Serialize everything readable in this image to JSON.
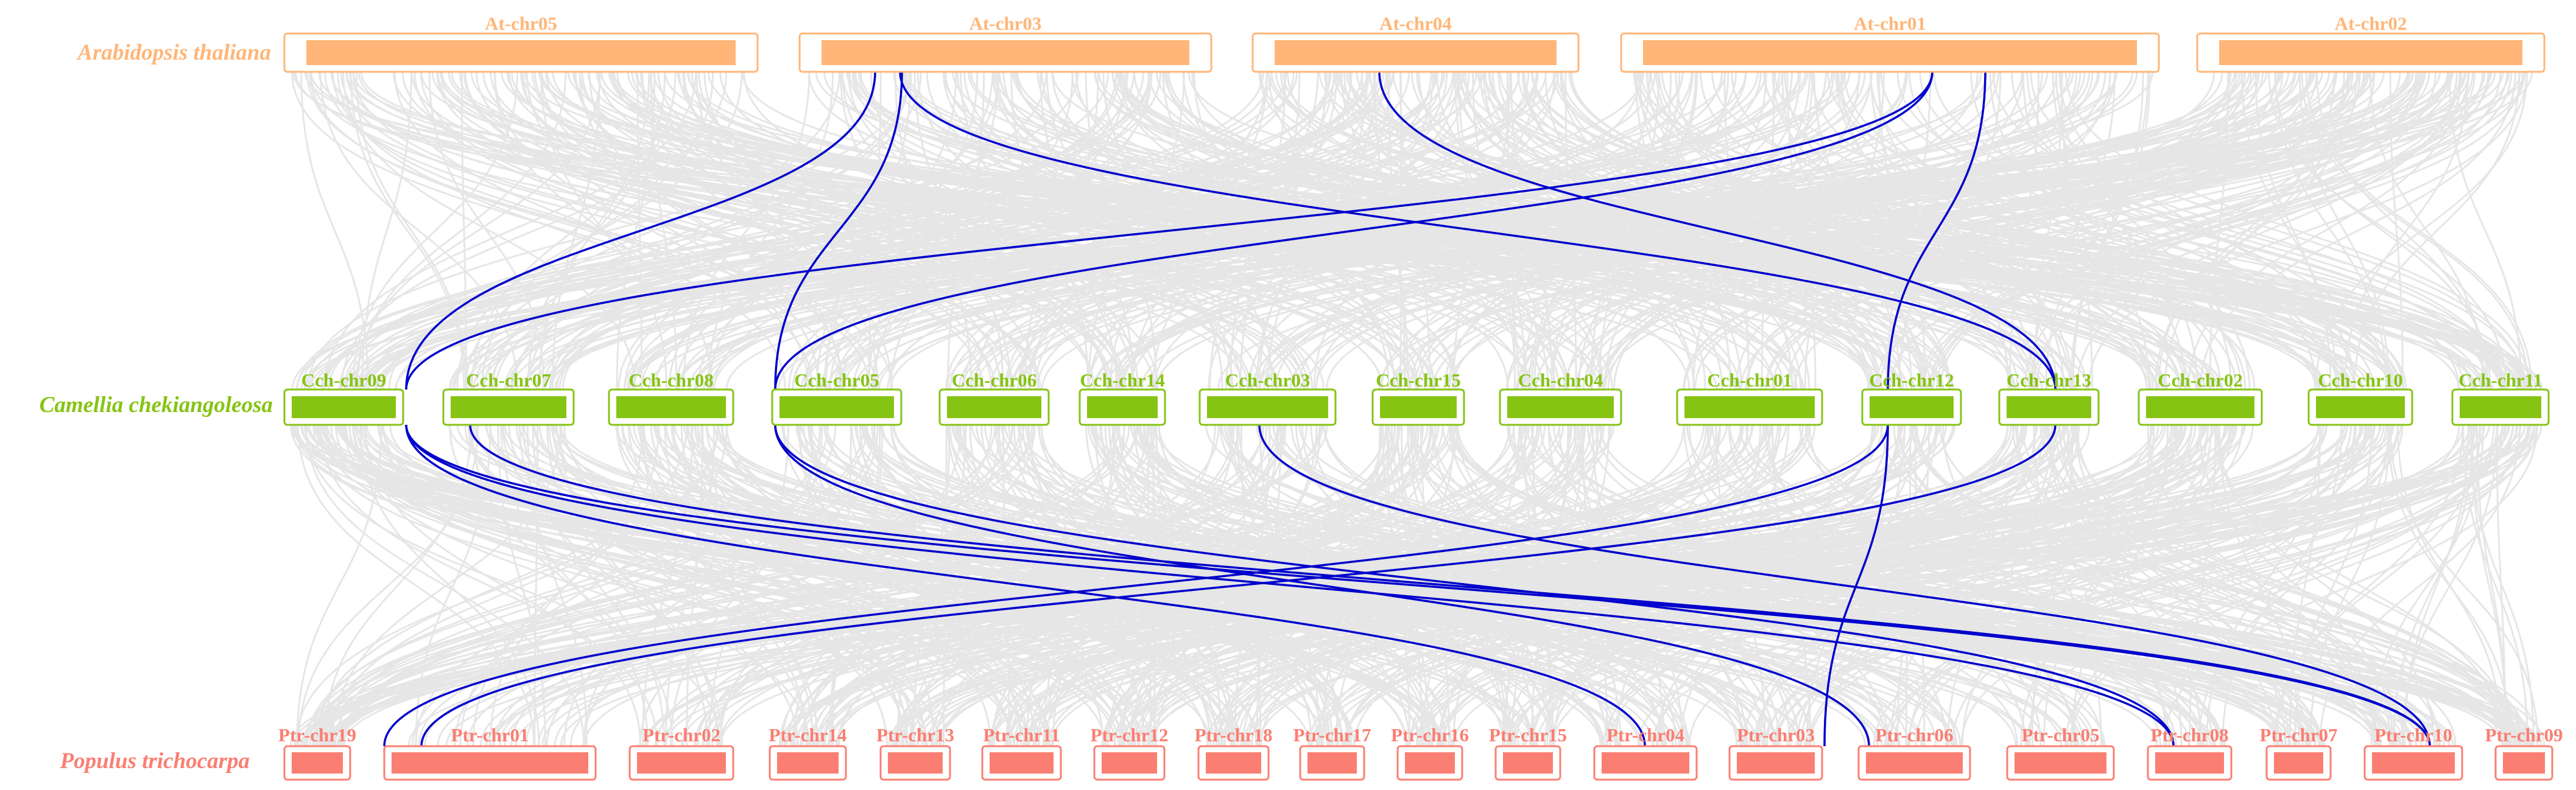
{
  "colors": {
    "at": "#ffb678",
    "cch": "#86c414",
    "ptr": "#fa7f72",
    "background_links": "#e6e6e6",
    "highlight_links": "#0000cc"
  },
  "species": [
    {
      "key": "at",
      "name": "Arabidopsis thaliana"
    },
    {
      "key": "cch",
      "name": "Camellia chekiangoleosa"
    },
    {
      "key": "ptr",
      "name": "Populus trichocarpa"
    }
  ],
  "chromosomes": {
    "at": [
      "At-chr05",
      "At-chr03",
      "At-chr04",
      "At-chr01",
      "At-chr02"
    ],
    "cch": [
      "Cch-chr09",
      "Cch-chr07",
      "Cch-chr08",
      "Cch-chr05",
      "Cch-chr06",
      "Cch-chr14",
      "Cch-chr03",
      "Cch-chr15",
      "Cch-chr04",
      "Cch-chr01",
      "Cch-chr12",
      "Cch-chr13",
      "Cch-chr02",
      "Cch-chr10",
      "Cch-chr11"
    ],
    "ptr": [
      "Ptr-chr19",
      "Ptr-chr01",
      "Ptr-chr02",
      "Ptr-chr14",
      "Ptr-chr13",
      "Ptr-chr11",
      "Ptr-chr12",
      "Ptr-chr18",
      "Ptr-chr17",
      "Ptr-chr16",
      "Ptr-chr15",
      "Ptr-chr04",
      "Ptr-chr03",
      "Ptr-chr06",
      "Ptr-chr05",
      "Ptr-chr08",
      "Ptr-chr07",
      "Ptr-chr10",
      "Ptr-chr09"
    ]
  }
}
